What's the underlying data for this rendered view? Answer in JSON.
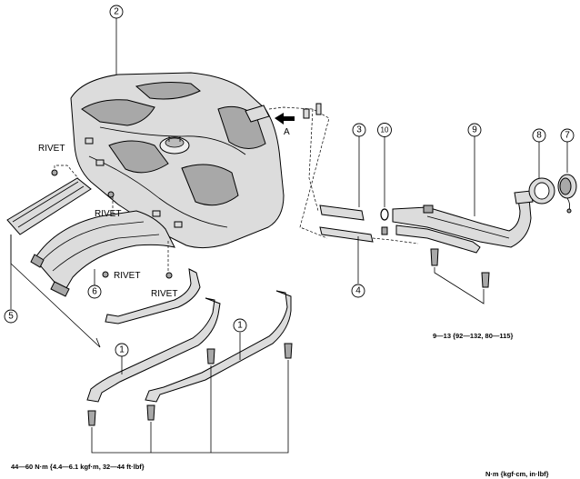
{
  "callouts": {
    "c1a": "1",
    "c1b": "1",
    "c2": "2",
    "c3": "3",
    "c4": "4",
    "c5": "5",
    "c6": "6",
    "c7": "7",
    "c8": "8",
    "c9": "9",
    "c10": "10"
  },
  "labels": {
    "rivet_1": "RIVET",
    "rivet_2": "RIVET",
    "rivet_3": "RIVET",
    "rivet_4": "RIVET",
    "view_a": "A"
  },
  "torque": {
    "strap_bolts": "44—60 N·m {4.4—6.1 kgf·m, 32—44 ft·lbf}",
    "filler_bolts": "9—13 {92—132, 80—115}",
    "units": "N·m {kgf·cm, in·lbf}"
  }
}
